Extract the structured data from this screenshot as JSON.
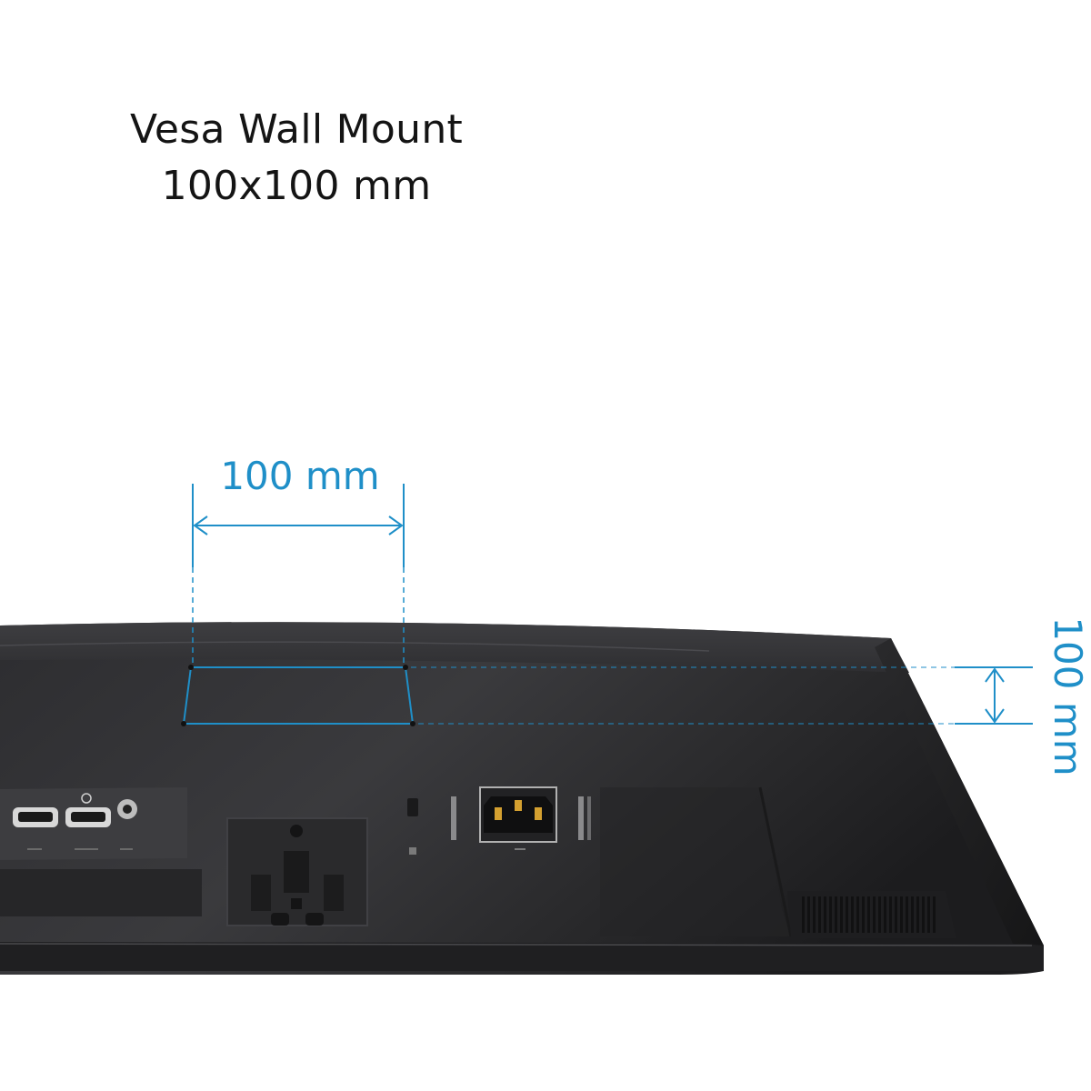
{
  "heading": {
    "line1": "Vesa Wall Mount",
    "line2": "100x100 mm"
  },
  "dimensions": {
    "horizontal_label": "100 mm",
    "vertical_label": "100 mm"
  },
  "colors": {
    "accent": "#1f8fc8",
    "text": "#141414",
    "monitor_body": "#2b2b2d",
    "background": "#ffffff"
  },
  "icons": [
    "hdmi-port-icon",
    "hdmi-port-icon",
    "headphone-jack-icon",
    "kensington-lock-icon",
    "power-socket-icon",
    "vent-grille-icon"
  ]
}
